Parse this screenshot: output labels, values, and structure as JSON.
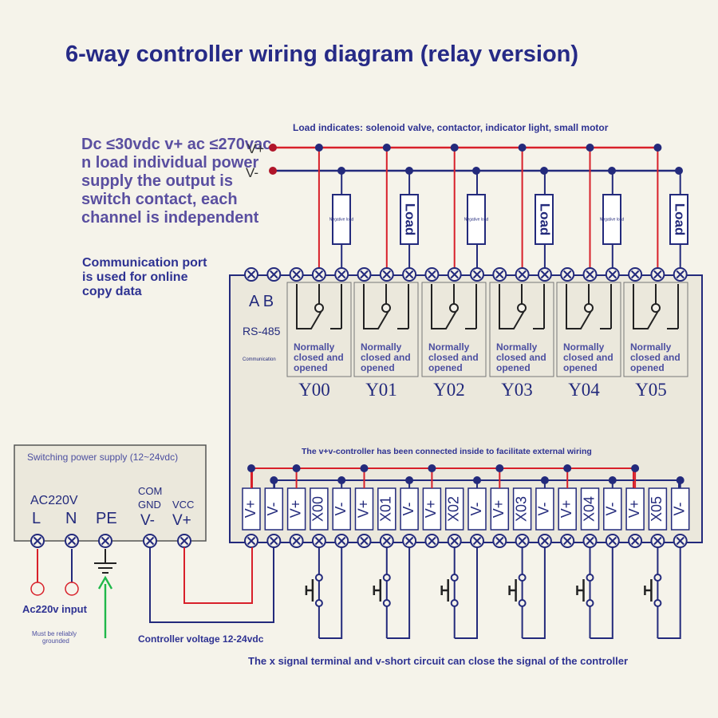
{
  "title": "6-way controller wiring diagram (relay version)",
  "load_note": "Load indicates: solenoid valve, contactor, indicator light, small motor",
  "power_note": [
    "Dc ≤30vdc v+ ac ≤270vac",
    "n load individual power",
    "supply the output is",
    "switch contact, each",
    "channel is independent"
  ],
  "vplus_label": "V+",
  "vminus_label": "V-",
  "comm_note": [
    "Communication port",
    "is used for online",
    "copy data"
  ],
  "ab_label": "A B",
  "rs485_label": "RS-485",
  "comm_small": "Communication",
  "loads": [
    "Negative load",
    "Load",
    "Negative load",
    "Load",
    "Negative load",
    "Load"
  ],
  "relay_state": [
    "Normally",
    "closed and",
    "opened"
  ],
  "outputs": [
    "Y00",
    "Y01",
    "Y02",
    "Y03",
    "Y04",
    "Y05"
  ],
  "internal_note": "The v+v-controller has been connected inside to facilitate external wiring",
  "input_terminals": [
    "V+",
    "V-",
    "V+",
    "X00",
    "V-",
    "V+",
    "X01",
    "V-",
    "V+",
    "X02",
    "V-",
    "V+",
    "X03",
    "V-",
    "V+",
    "X04",
    "V-",
    "V+",
    "X05",
    "V-"
  ],
  "psu": {
    "title": "Switching power supply (12~24vdc)",
    "ac_label": "AC220V",
    "l": "L",
    "n": "N",
    "pe": "PE",
    "com": "COM",
    "gnd": "GND",
    "vminus": "V-",
    "vcc": "VCC",
    "vplus": "V+"
  },
  "ac_input": "Ac220v input",
  "ground_note": [
    "Must be reliably",
    "grounded"
  ],
  "controller_voltage": "Controller voltage 12-24vdc",
  "bottom_note": "The x signal terminal and v-short circuit can close the signal of the controller",
  "colors": {
    "red": "#d8202a",
    "navy": "#232a7c",
    "title": "#262a86",
    "green": "#1fb84a",
    "panel": "#ebe8dc"
  }
}
